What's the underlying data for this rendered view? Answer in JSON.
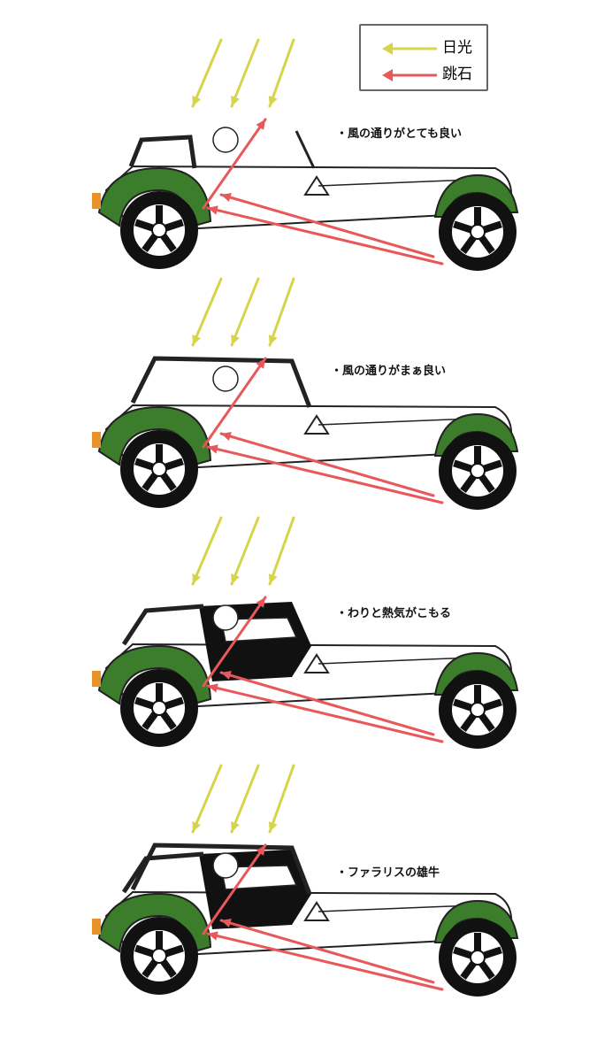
{
  "legend": {
    "sunlight": {
      "label": "日光",
      "color": "#d6d44a"
    },
    "stones": {
      "label": "跳石",
      "color": "#e8585b"
    }
  },
  "panels": [
    {
      "note": "・風の通りがとても良い",
      "roof": "none"
    },
    {
      "note": "・風の通りがまぁ良い",
      "roof": "frame"
    },
    {
      "note": "・わりと熱気がこもる",
      "roof": "doors"
    },
    {
      "note": "・ファラリスの雄牛",
      "roof": "full"
    }
  ],
  "colors": {
    "body_green": "#3b7d2a",
    "line": "#222222",
    "interior": "#111111"
  }
}
